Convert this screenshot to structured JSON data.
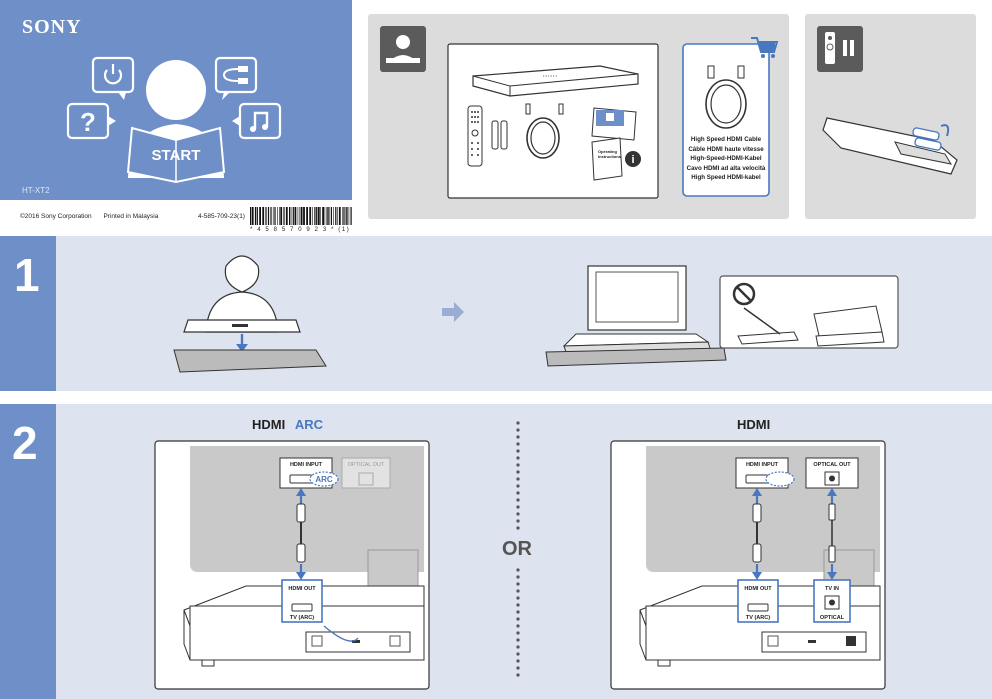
{
  "cover": {
    "brand": "SONY",
    "start_label": "START",
    "model": "HT-XT2",
    "icons": [
      "power-icon",
      "cable-icon",
      "question-icon",
      "music-note-icon"
    ]
  },
  "footer": {
    "copyright": "©2016 Sony Corporation",
    "printed": "Printed in Malaysia",
    "part_number": "4-585-709-23(1)",
    "barcode_text": "* 4 5 8 5 7 0 9 2 3 * (1)"
  },
  "contents": {
    "manual_label_1": "Operating",
    "manual_label_2": "Instructions",
    "info_icon": "i",
    "cable_lines": [
      "High Speed HDMI Cable",
      "Câble HDMI haute vitesse",
      "High-Speed-HDMI-Kabel",
      "Cavo HDMI ad alta velocità",
      "High Speed HDMI-kabel"
    ],
    "accent": "#4a78bf"
  },
  "steps": {
    "step1": {
      "number": "1"
    },
    "step2": {
      "number": "2",
      "left_heading_a": "HDMI",
      "left_heading_b": "ARC",
      "right_heading": "HDMI",
      "or_label": "OR",
      "left": {
        "hdmi_input": "HDMI INPUT",
        "arc_tag": "ARC",
        "optical_out": "OPTICAL OUT",
        "hdmi_out": "HDMI OUT",
        "tv_arc": "TV (ARC)"
      },
      "right": {
        "hdmi_input": "HDMI INPUT",
        "optical_out": "OPTICAL OUT",
        "hdmi_out": "HDMI OUT",
        "tv_arc": "TV (ARC)",
        "tv_in": "TV IN",
        "optical": "OPTICAL"
      }
    }
  },
  "colors": {
    "brand_blue": "#6e8fc8",
    "step_bg": "#dde3ef",
    "panel_grey": "#dcdcdc"
  }
}
